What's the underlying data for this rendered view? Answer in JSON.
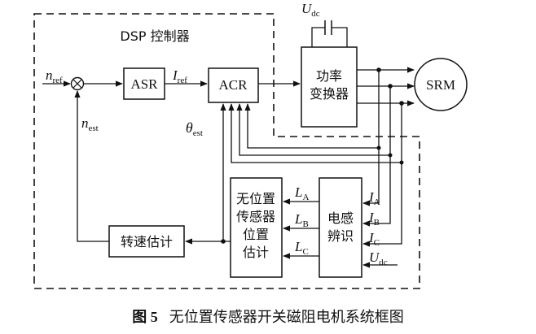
{
  "regions": {
    "dsp": "DSP 控制器"
  },
  "blocks": {
    "asr": "ASR",
    "acr": "ACR",
    "converter": [
      "功率",
      "变换器"
    ],
    "motor": "SRM",
    "position_estimator": [
      "无位置",
      "传感器",
      "位置",
      "估计"
    ],
    "inductance_identification": [
      "电感",
      "辨识"
    ],
    "speed_estimator": "转速估计"
  },
  "signals": {
    "n_ref": {
      "main": "n",
      "sub": "ref"
    },
    "n_est": {
      "main": "n",
      "sub": "est"
    },
    "i_ref": {
      "main": "I",
      "sub": "ref"
    },
    "theta_est": {
      "main": "θ",
      "sub": "est"
    },
    "u_dc_top": {
      "main": "U",
      "sub": "dc"
    },
    "u_dc_in": {
      "main": "U",
      "sub": "dc"
    },
    "ia": {
      "main": "I",
      "sub": "A"
    },
    "ib": {
      "main": "I",
      "sub": "B"
    },
    "ic": {
      "main": "I",
      "sub": "C"
    },
    "la": {
      "main": "L",
      "sub": "A"
    },
    "lb": {
      "main": "L",
      "sub": "B"
    },
    "lc": {
      "main": "L",
      "sub": "C"
    }
  },
  "caption": {
    "label": "图 5",
    "text": "无位置传感器开关磁阻电机系统框图"
  }
}
